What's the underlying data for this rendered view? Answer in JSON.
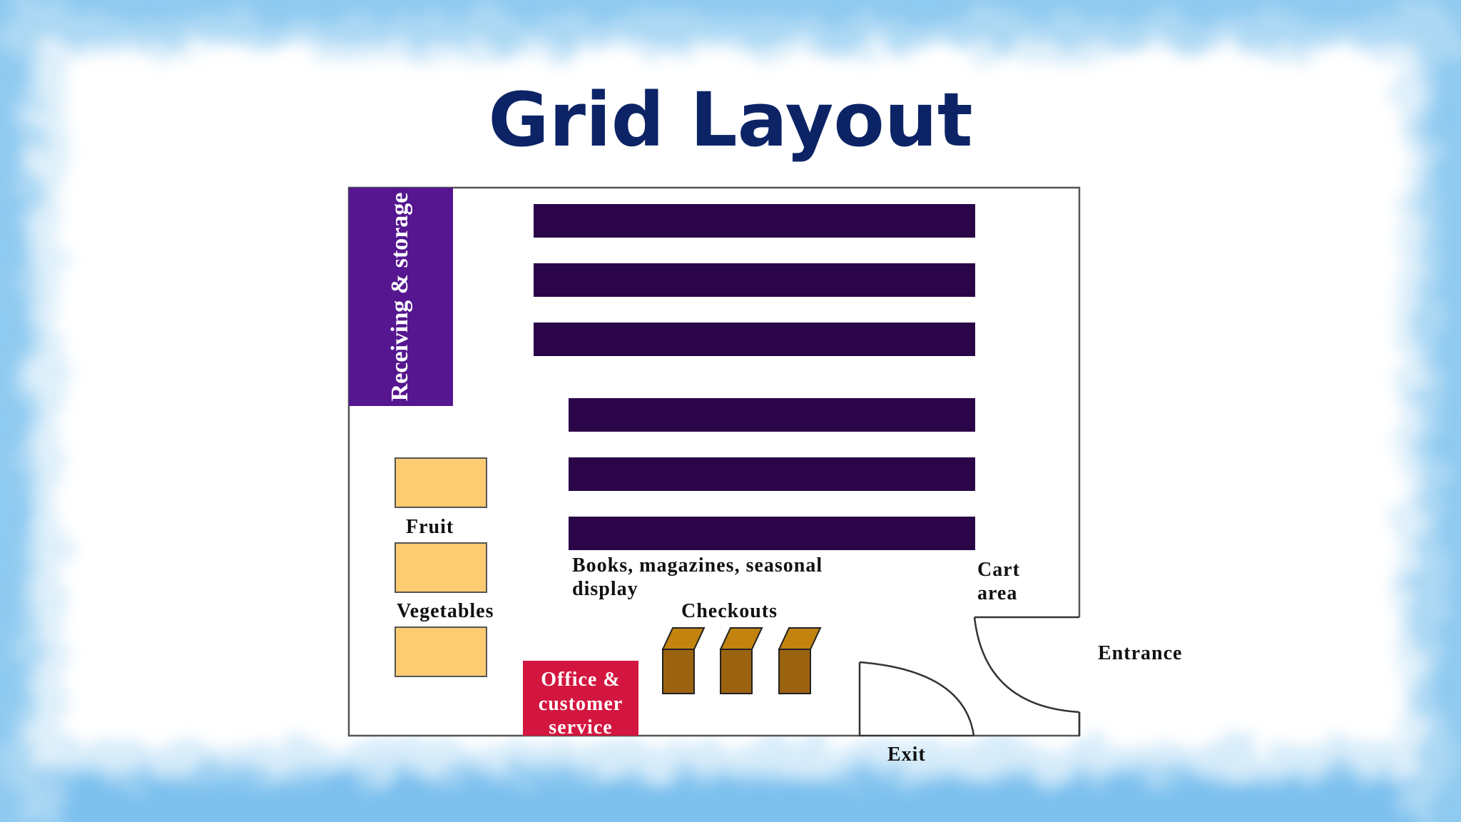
{
  "slide": {
    "title": "Grid Layout"
  },
  "floor_plan": {
    "receiving_label": "Receiving & storage",
    "fruit_label": "Fruit",
    "vegetables_label": "Vegetables",
    "books_label_line1": "Books, magazines, seasonal",
    "books_label_line2": "display",
    "checkouts_label": "Checkouts",
    "cart_label_line1": "Cart",
    "cart_label_line2": "area",
    "entrance_label": "Entrance",
    "exit_label": "Exit",
    "office_label_line1": "Office &",
    "office_label_line2": "customer",
    "office_label_line3": "service",
    "aisle_count": 6,
    "produce_bin_count": 3,
    "checkout_count": 3
  },
  "colors": {
    "title": "#0c2466",
    "receiving": "#55168f",
    "aisle": "#2a0548",
    "produce_bin": "#fdcb72",
    "checkout": "#9b6310",
    "office": "#d3163f",
    "frame_blue": "#6fb8e8"
  }
}
